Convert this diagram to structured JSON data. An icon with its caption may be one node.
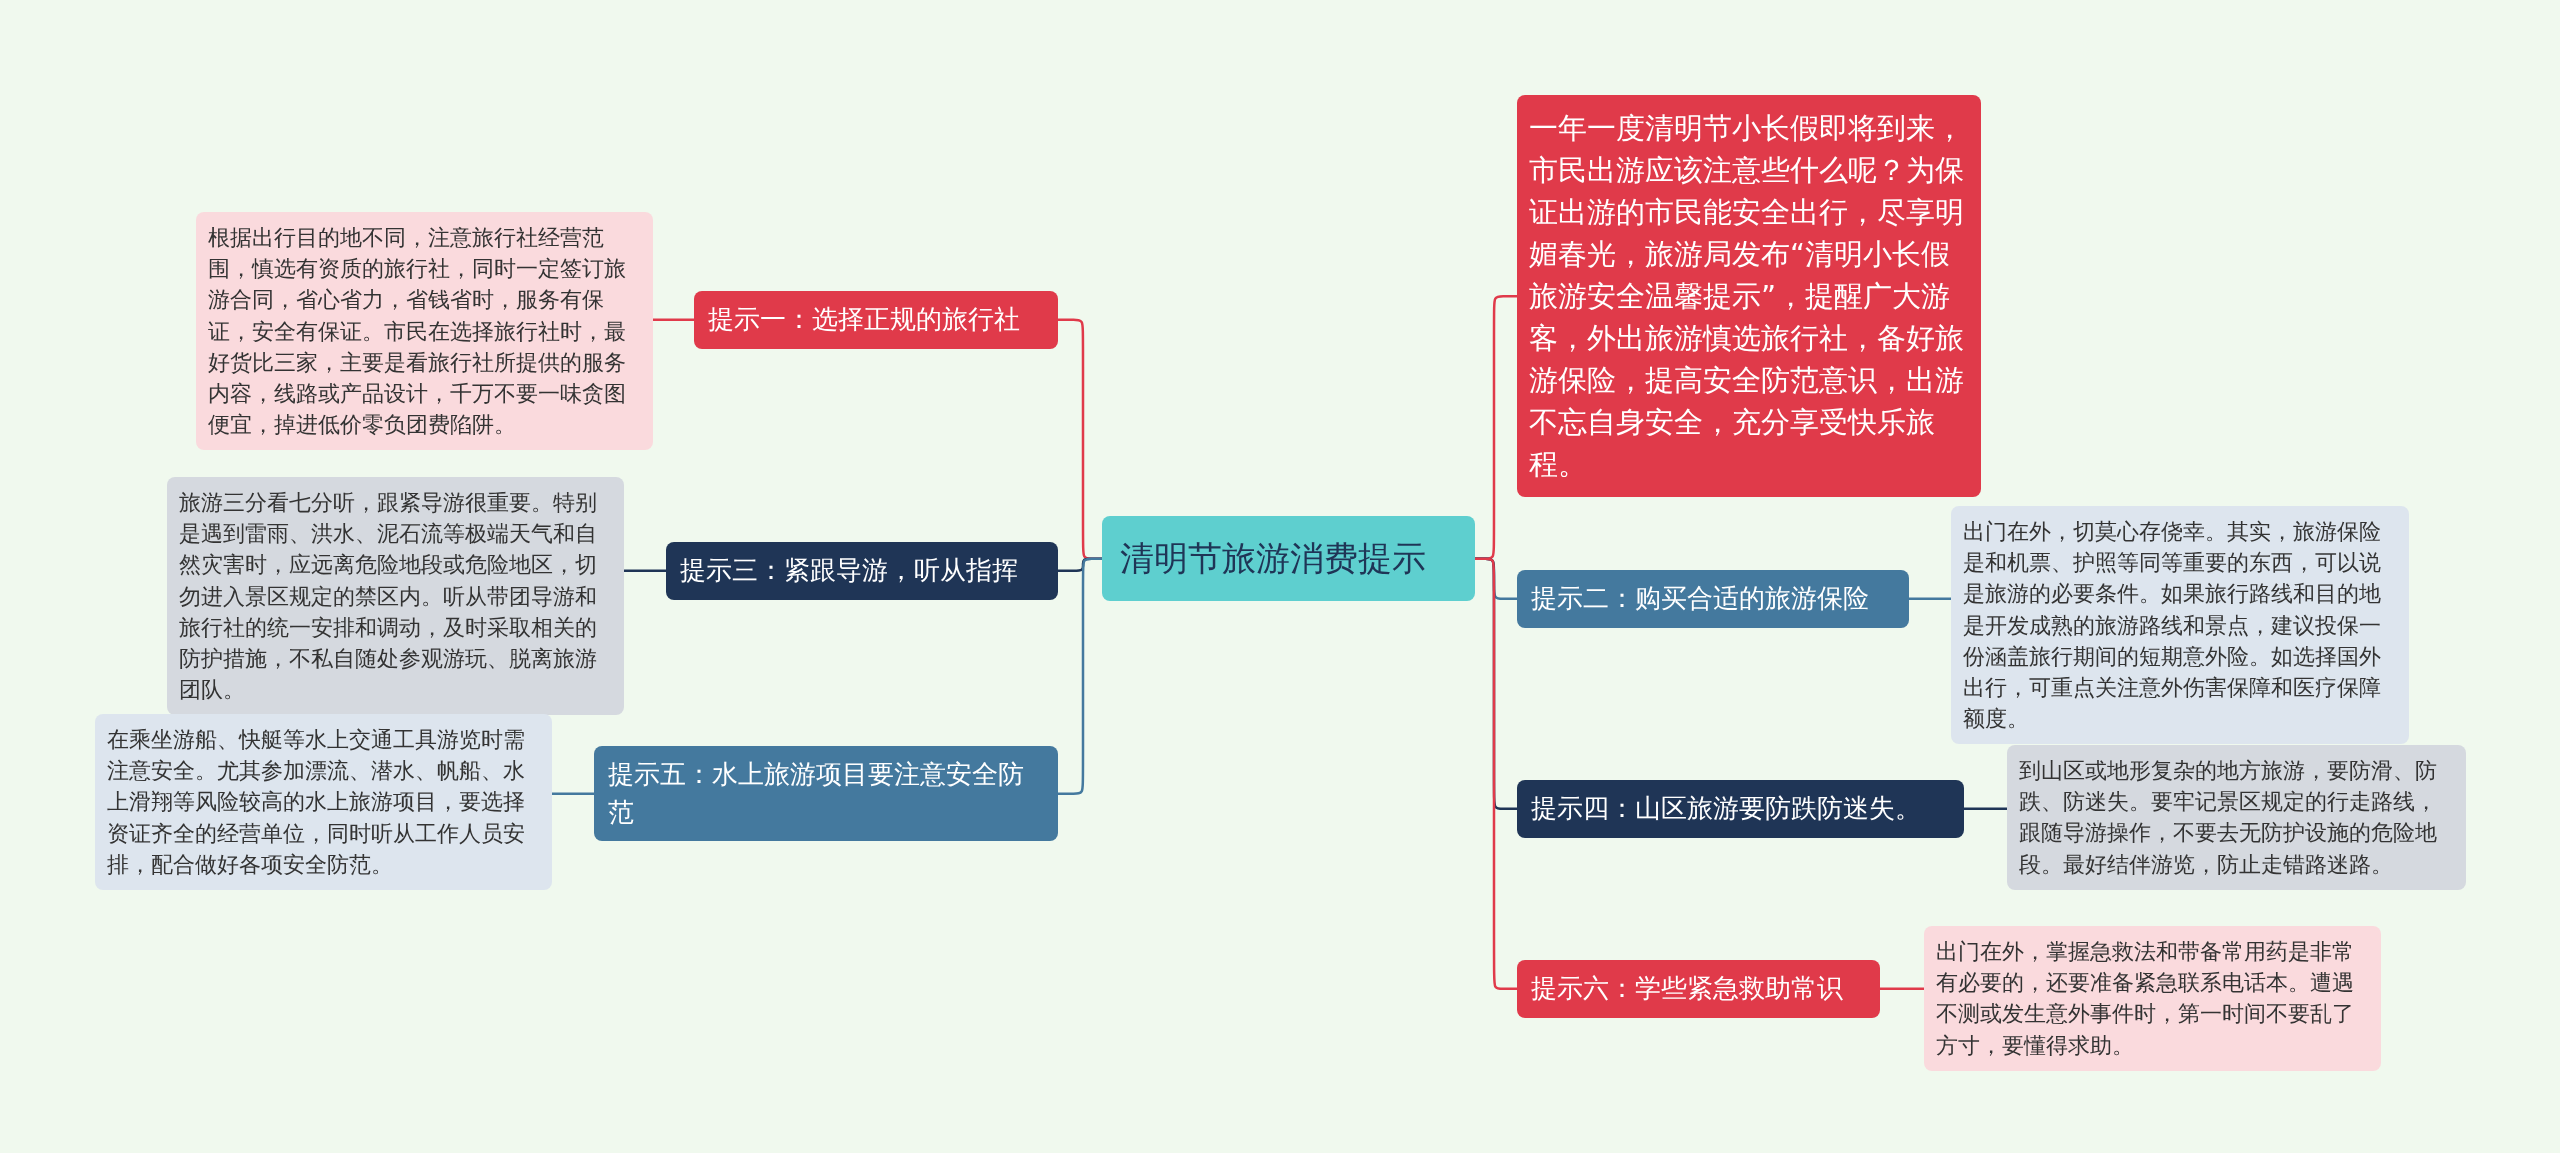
{
  "diagram": {
    "nodes": [
      {
        "text": [
          "清明节旅游消费提示"
        ]
      },
      {
        "text": [
          "一年一度清明节小长假即将到来，市民出游应该注意些什么呢？为保证出游的市民能安全出行，尽享明媚春光，旅游局发布“清明小长假旅游安全温馨提示”，提醒广大游客，外出旅游慎选旅行社，备好旅游保险，提高安全防范意识，出游不忘自身安全，充分享受快乐旅程。"
        ]
      },
      {
        "text": [
          "提示一：选择正规的旅行社"
        ]
      },
      {
        "text": [
          "根据出行目的地不同，注意旅行社经营范围，慎选有资质的旅行社，同时一定签订旅游合同，省心省力，省钱省时，服务有保证，安全有保证。市民在选择旅行社时，最好货比三家，主要是看旅行社所提供的服务内容，线路或产品设计，千万不要一味贪图便宜，掉进低价零负团费陷阱。"
        ]
      },
      {
        "text": [
          "提示二：购买合适的旅游保险"
        ]
      },
      {
        "text": [
          "出门在外，切莫心存侥幸。其实，旅游保险是和机票、护照等同等重要的东西，可以说是旅游的必要条件。如果旅行路线和目的地是开发成熟的旅游路线和景点，建议投保一份涵盖旅行期间的短期意外险。如选择国外出行，可重点关注意外伤害保障和医疗保障额度。"
        ]
      },
      {
        "text": [
          "提示三：紧跟导游，听从指挥"
        ]
      },
      {
        "text": [
          "旅游三分看七分听，跟紧导游很重要。特别是遇到雷雨、洪水、泥石流等极端天气和自然灾害时，应远离危险地段或危险地区，切勿进入景区规定的禁区内。听从带团导游和旅行社的统一安排和调动，及时采取相关的防护措施，不私自随处参观游玩、脱离旅游团队。"
        ]
      },
      {
        "text": [
          "提示四：山区旅游要防跌防迷失。"
        ]
      },
      {
        "text": [
          "到山区或地形复杂的地方旅游，要防滑、防跌、防迷失。要牢记景区规定的行走路线，跟随导游操作，不要去无防护设施的危险地段。最好结伴游览，防止走错路迷路。"
        ]
      },
      {
        "text": [
          "提示五：水上旅游项目要注意安全防范"
        ]
      },
      {
        "text": [
          "在乘坐游船、快艇等水上交通工具游览时需注意安全。尤其参加漂流、潜水、帆船、水上滑翔等风险较高的水上旅游项目，要选择资证齐全的经营单位，同时听从工作人员安排，配合做好各项安全防范。"
        ]
      },
      {
        "text": [
          "提示六：学些紧急救助常识"
        ]
      },
      {
        "text": [
          "出门在外，掌握急救法和带备常用药是非常有必要的，还要准备紧急联系电话本。遭遇不测或发生意外事件时，第一时间不要乱了方寸，要懂得求助。"
        ]
      }
    ],
    "edges": [
      {
        "from": 0,
        "to": 1,
        "arrow": "none",
        "color": "#e03a4a"
      },
      {
        "from": 0,
        "to": 2,
        "arrow": "none",
        "color": "#e03a4a"
      },
      {
        "from": 2,
        "to": 3,
        "arrow": "none",
        "color": "#e03a4a"
      },
      {
        "from": 0,
        "to": 4,
        "arrow": "none",
        "color": "#44799e"
      },
      {
        "from": 4,
        "to": 5,
        "arrow": "none",
        "color": "#44799e"
      },
      {
        "from": 0,
        "to": 6,
        "arrow": "none",
        "color": "#1f3556"
      },
      {
        "from": 6,
        "to": 7,
        "arrow": "none",
        "color": "#1f3556"
      },
      {
        "from": 0,
        "to": 8,
        "arrow": "none",
        "color": "#1f3556"
      },
      {
        "from": 8,
        "to": 9,
        "arrow": "none",
        "color": "#1f3556"
      },
      {
        "from": 0,
        "to": 10,
        "arrow": "none",
        "color": "#44799e"
      },
      {
        "from": 10,
        "to": 11,
        "arrow": "none",
        "color": "#44799e"
      },
      {
        "from": 0,
        "to": 12,
        "arrow": "none",
        "color": "#e03a4a"
      },
      {
        "from": 12,
        "to": 13,
        "arrow": "none",
        "color": "#e03a4a"
      }
    ]
  }
}
